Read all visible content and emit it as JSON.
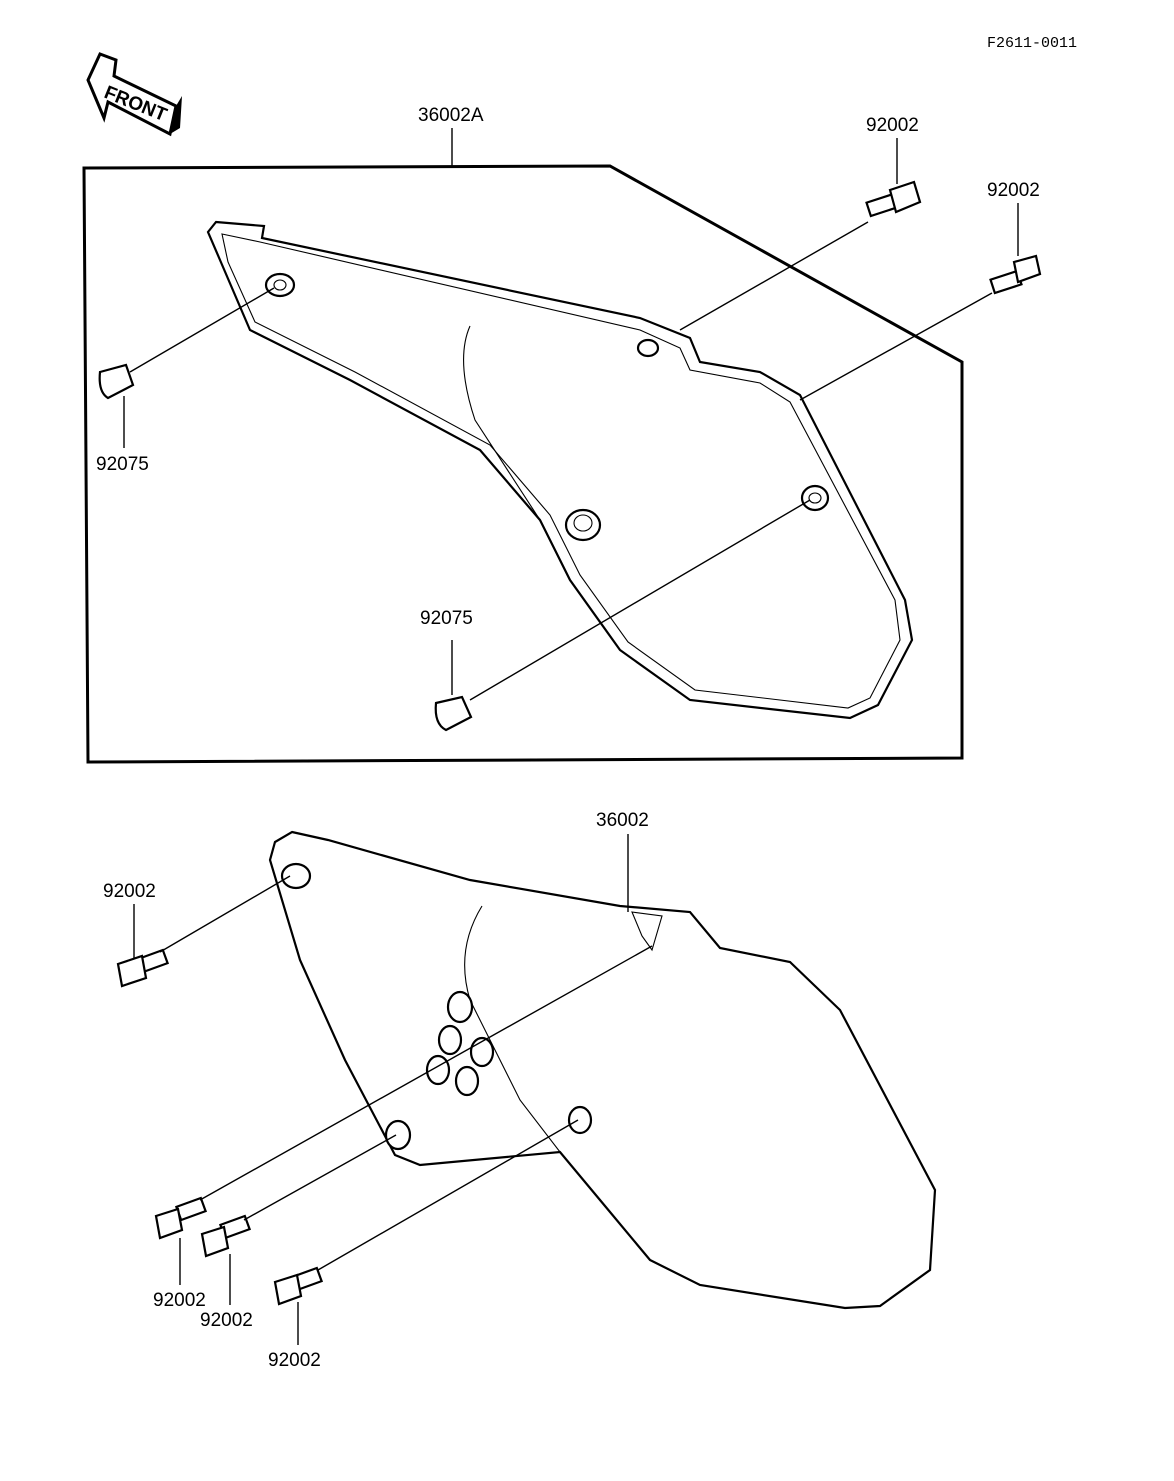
{
  "drawing_code": "F2611-0011",
  "front_label": "FRONT",
  "labels": {
    "cover_a": "36002A",
    "cover": "36002",
    "bolt_top_1": "92002",
    "bolt_top_2": "92002",
    "grommet_left": "92075",
    "grommet_bottom": "92075",
    "bolt_left": "92002",
    "bolt_bottom_1": "92002",
    "bolt_bottom_2": "92002",
    "bolt_bottom_3": "92002"
  }
}
